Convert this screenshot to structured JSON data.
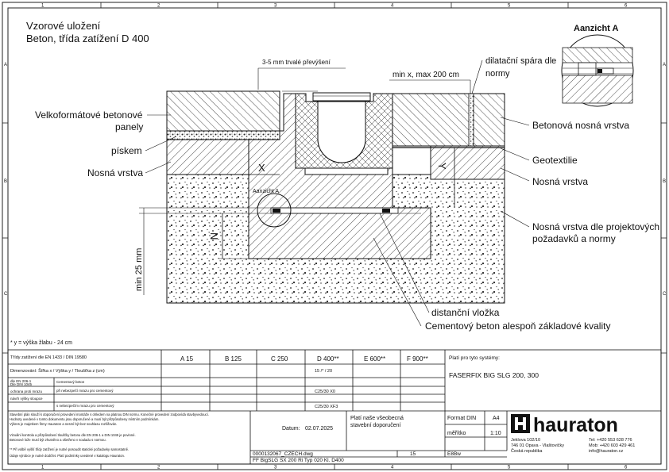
{
  "frame": {
    "top_numbers": [
      "1",
      "2",
      "3",
      "4",
      "5",
      "6"
    ],
    "bottom_numbers": [
      "1",
      "2",
      "3",
      "4",
      "5",
      "6"
    ],
    "side_letters": [
      "A",
      "B",
      "C"
    ]
  },
  "title": {
    "line1": "Vzorové uložení",
    "line2": "Beton, třída zatížení D 400"
  },
  "aanzicht": {
    "title": "Aanzicht A",
    "small_label": "Aanzicht A"
  },
  "labels_left": {
    "panels_line1": "Velkoformátové betonové",
    "panels_line2": "panely",
    "sand": "pískem",
    "bearing": "Nosná vrstva"
  },
  "labels_top": {
    "raised": "3-5 mm trvalé převýšení",
    "min_x": "min x, max 200 cm",
    "joint_line1": "dilatační spára dle",
    "joint_line2": "normy"
  },
  "labels_right": {
    "concrete_bearing": "Betonová nosná vrstva",
    "geotextile": "Geotextilie",
    "bearing": "Nosná vrstva",
    "bearing_project_line1": "Nosná vrstva dle projektových",
    "bearing_project_line2": "požadavků a normy"
  },
  "labels_bottom": {
    "spacer": "distanční vložka",
    "cement": "Cementový beton alespoň základové kvality"
  },
  "dims": {
    "x": "X",
    "y": "Y",
    "n": "N",
    "min25": "min 25 mm"
  },
  "footnote": "* y = výška žlabu - 24 cm",
  "table": {
    "class_header": "Třídy zatížení dle EN 1433 / DIN 19580",
    "classes": [
      "A 15",
      "B 125",
      "C 250",
      "D 400**",
      "E 600**",
      "F 900**"
    ],
    "row_dims_label": "Dimenzování:  Šířka x / Výška y / Tloušťka z (cm)",
    "row_dims_value": "15 /* / 20",
    "row_concrete_label": "Cementový beton",
    "row_concrete_value": "C25/30 X0",
    "row_weather_label": "při nebezpečí mrazu pro cementový",
    "row_weather_value": "C25/30 XF3",
    "row_weather_label2": "s nebezpečím mrazu pro cementový",
    "row_left_a": "Dle DIN 1045",
    "row_left_b": "dle EN 206-1",
    "row_left_c": "ochrana proti mrazu",
    "row_left_d": "návrh výšky sloupce",
    "systems_label": "Platí pro tyto systémy:",
    "systems_value": "FASERFIX BIG SLG 200, 300"
  },
  "notes": {
    "n1": "Stavební plán slouží k doporučení provedení montáže s ohledem na platnou DIN normu. Konečné provedení zodpovídá stavbyvedoucí.",
    "n2": "Hodnoty uvedené v tomto dokumentu jsou doporučené a musí být přizpůsobeny místním podmínkám.",
    "n3": "Výkres je majetkem firmy Hauraton a nesmí být bez souhlasu rozšiřován.",
    "n4": "Vizuální kontrola a přizpůsobení tloušťky betonu dle EN 206-1 a DIN 1045 je povinné.",
    "n5": "Betonové lože musí být zhutněno a ošetřeno v souladu s normou.",
    "n6": "** Při volbě vyšší třídy zatížení je nutné posoudit statické požadavky samostatně.",
    "n7": "Údaje výrobce je nutné dodržet. Platí podmínky uvedené v katalogu Hauraton."
  },
  "titleblock": {
    "note1": "Platí naše všeobecná",
    "note2": "stavební doporučení",
    "date_label": "Datum:",
    "date_value": "02.07.2025",
    "format_label": "Format DIN",
    "format_value": "A4",
    "scale_label": "měřítko",
    "scale_value": "1:10",
    "file": "0000132067_CZECH.dwg",
    "sheet": "15",
    "version": "E8Bw",
    "drawing_code": "FF BigSLG SX 200 Ri Typ 020 Kl. D400"
  },
  "company": {
    "logo_text": "hauraton",
    "addr1": "Jeklova 102/10",
    "addr2": "746 01 Opava - Vlaštovičky",
    "addr3": "Česká republika",
    "tel": "Tel: +420 553 628 776",
    "mob": "Mob: +420 603 429 461",
    "email": "info@hauraton.cz"
  }
}
